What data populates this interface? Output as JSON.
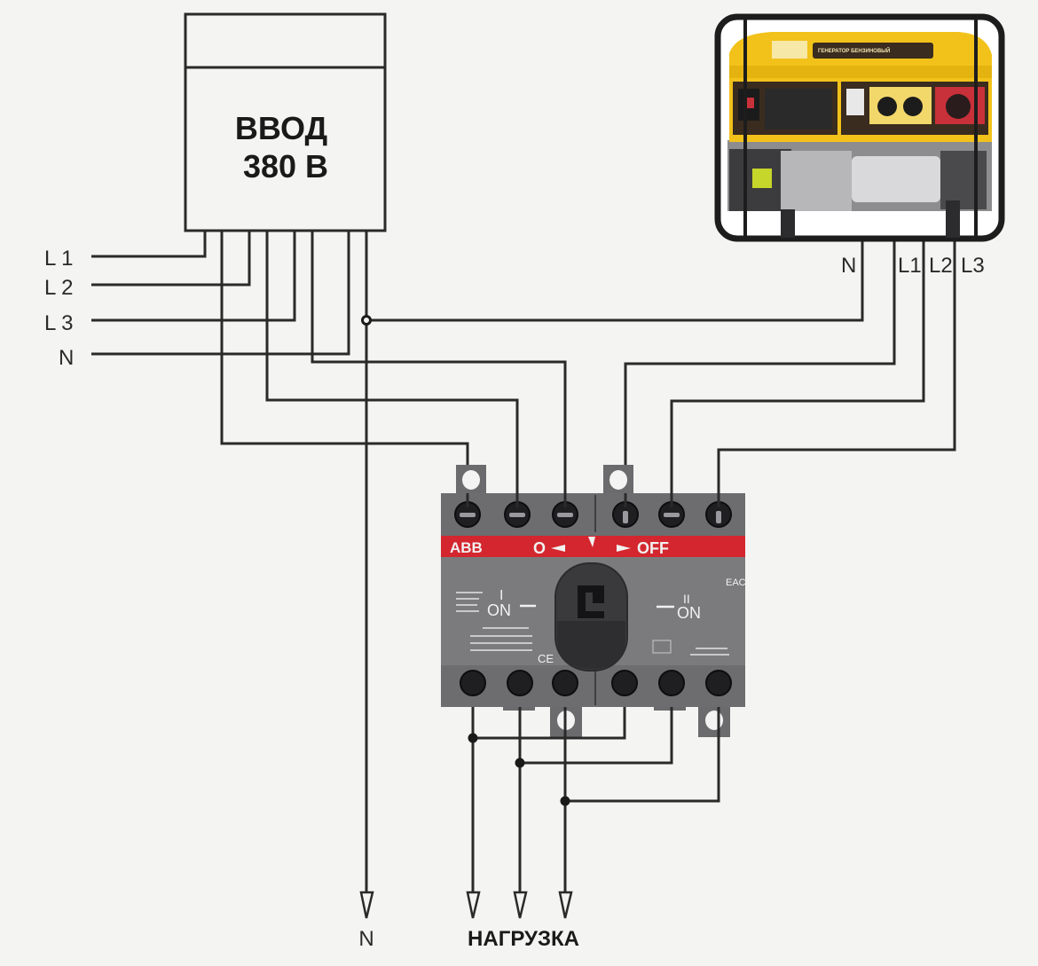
{
  "meter_box": {
    "title_line1": "ВВОД",
    "title_line2": "380 В"
  },
  "mains_inputs": [
    {
      "label": "L 1"
    },
    {
      "label": "L 2"
    },
    {
      "label": "L 3"
    },
    {
      "label": "N"
    }
  ],
  "generator": {
    "panel_title": "ГЕНЕРАТОР БЕНЗИНОВЫЙ",
    "terminals": [
      {
        "label": "N"
      },
      {
        "label": "L1"
      },
      {
        "label": "L2"
      },
      {
        "label": "L3"
      }
    ],
    "colors": {
      "body": "#f2c21b",
      "frame": "#1d1d1d",
      "panel": "#3a2c1e",
      "socket_red": "#c8303a"
    }
  },
  "transfer_switch": {
    "brand": "ABB",
    "off_left": "O",
    "off_right": "OFF",
    "position_1_number": "I",
    "position_1_label": "ON",
    "position_2_number": "II",
    "position_2_label": "ON",
    "mark_ce": "CE",
    "mark_eac": "EAC",
    "colors": {
      "body": "#7b7b7d",
      "band": "#d4262e",
      "handle": "#3a3a3d"
    }
  },
  "outputs": {
    "neutral_label": "N",
    "load_label": "НАГРУЗКА"
  }
}
